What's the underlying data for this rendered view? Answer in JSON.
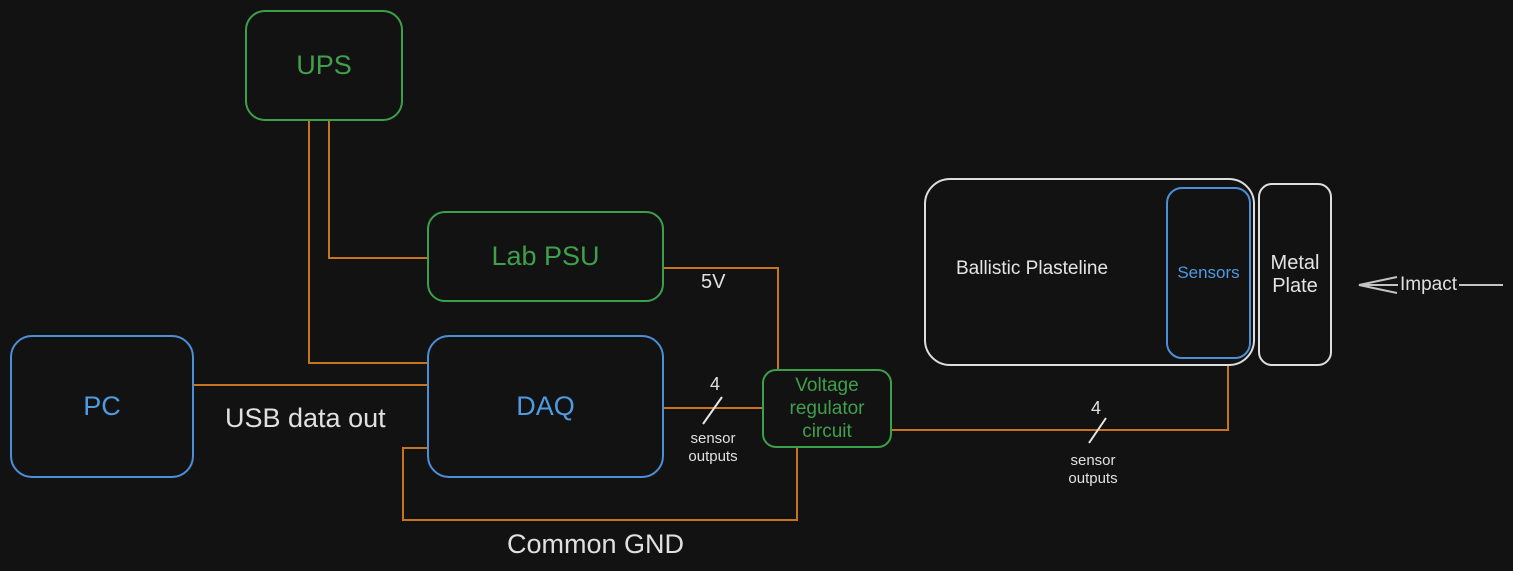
{
  "nodes": {
    "ups": "UPS",
    "lab_psu": "Lab PSU",
    "pc": "PC",
    "daq": "DAQ",
    "regulator": "Voltage regulator circuit",
    "ballistic": "Ballistic Plasteline",
    "sensors": "Sensors",
    "metal_plate": "Metal Plate"
  },
  "edge_labels": {
    "supply_voltage": "5V",
    "usb": "USB data out",
    "gnd": "Common GND",
    "bus_count_daq": "4",
    "bus_desc_daq": "sensor outputs",
    "bus_count_sensors": "4",
    "bus_desc_sensors": "sensor outputs",
    "impact": "Impact"
  },
  "colors": {
    "power_wire": "#c8731e",
    "data_wire": "#c8731e",
    "power_node": "#3aa14a",
    "compute_node": "#4c8fd8",
    "physical_node": "#dedede",
    "background": "#121212"
  }
}
